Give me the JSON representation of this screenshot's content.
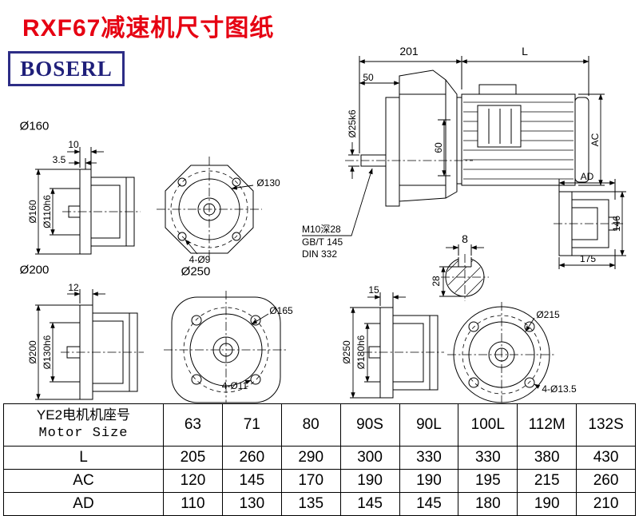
{
  "page": {
    "title": "RXF67减速机尺寸图纸",
    "brand": "BOSERL"
  },
  "colors": {
    "title_red": "#e60012",
    "brand_navy": "#1f1f7a",
    "line_black": "#000000"
  },
  "drawing": {
    "view_160": {
      "title": "Ø160",
      "dim_width": "10",
      "dim_offset": "3.5",
      "dim_outer": "Ø160",
      "dim_spigot": "Ø110h6"
    },
    "view_flange_130": {
      "dim_circle": "Ø130",
      "dim_holes": "4-Ø9"
    },
    "view_200": {
      "title": "Ø200",
      "dim_width": "12",
      "dim_outer": "Ø200",
      "dim_spigot": "Ø130h6"
    },
    "view_flange_165": {
      "title": "Ø250",
      "dim_circle": "Ø165",
      "dim_holes": "4-Ø11"
    },
    "view_250": {
      "dim_width": "15",
      "dim_outer": "Ø250",
      "dim_spigot": "Ø180h6"
    },
    "view_flange_215": {
      "dim_circle": "Ø215",
      "dim_holes": "4-Ø13.5"
    },
    "main_view": {
      "dim_201": "201",
      "dim_motor_length": "L",
      "dim_50": "50",
      "dim_shaft": "Ø25k6",
      "dim_60": "60",
      "dim_ac": "AC",
      "note_thread": "M10深28",
      "note_gb": "GB/T 145",
      "note_din": "DIN 332"
    },
    "key_section": {
      "dim_key_width": "8",
      "dim_height": "28"
    },
    "side_view_ad": {
      "dim_ad": "AD",
      "dim_146": "146",
      "dim_175": "175"
    }
  },
  "table": {
    "header_cn": "YE2电机机座号",
    "header_en": "Motor Size",
    "sizes": [
      "63",
      "71",
      "80",
      "90S",
      "90L",
      "100L",
      "112M",
      "132S"
    ],
    "rows": [
      {
        "label": "L",
        "values": [
          "205",
          "260",
          "290",
          "300",
          "330",
          "330",
          "380",
          "430"
        ]
      },
      {
        "label": "AC",
        "values": [
          "120",
          "145",
          "170",
          "190",
          "190",
          "195",
          "215",
          "260"
        ]
      },
      {
        "label": "AD",
        "values": [
          "110",
          "130",
          "135",
          "145",
          "145",
          "180",
          "190",
          "210"
        ]
      }
    ]
  }
}
